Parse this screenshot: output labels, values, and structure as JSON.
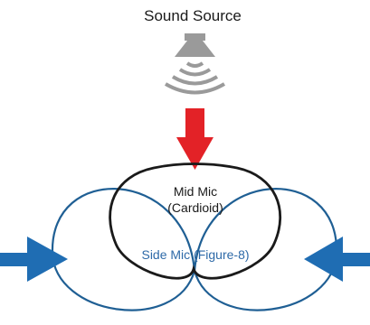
{
  "labels": {
    "sound_source": "Sound Source",
    "mid_mic_line1": "Mid Mic",
    "mid_mic_line2": "(Cardioid)",
    "side_mic": "Side Mic (Figure-8)"
  },
  "colors": {
    "speaker": "#9a9a9a",
    "sound_waves": "#9a9a9a",
    "mid_arrow": "#e32227",
    "side_arrows": "#1f6db3",
    "figure8_pattern": "#1f5f94",
    "cardioid_pattern": "#1a1a1a",
    "mid_text": "#1a1a1a",
    "side_text": "#2e6aa8"
  },
  "icons": {
    "source": "speaker-icon",
    "waves": "sound-waves-icon"
  }
}
